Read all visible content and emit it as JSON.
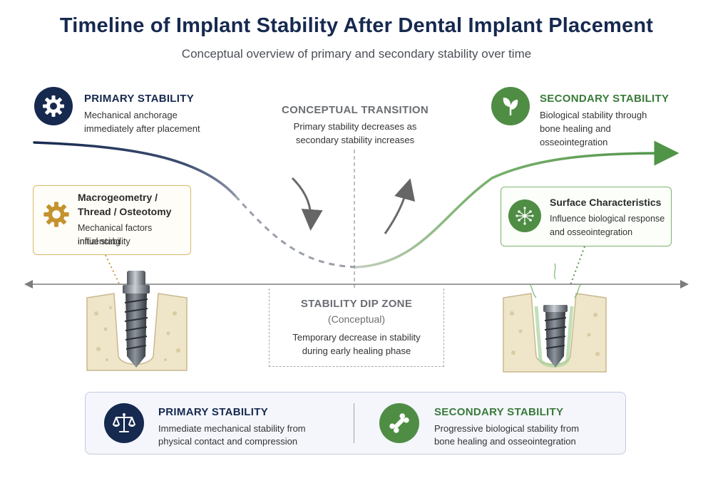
{
  "header": {
    "title": "Timeline of Implant Stability After Dental Implant Placement",
    "subtitle": "Conceptual overview of primary and secondary stability over time"
  },
  "primary": {
    "heading": "PRIMARY STABILITY",
    "line1": "Mechanical anchorage",
    "line2": "immediately after placement",
    "icon": "gear-icon"
  },
  "transition": {
    "heading": "CONCEPTUAL TRANSITION",
    "line1": "Primary stability decreases as",
    "line2": "secondary stability increases"
  },
  "secondary": {
    "heading": "SECONDARY STABILITY",
    "line1": "Biological stability through",
    "line2": "bone healing and",
    "line3": "osseointegration",
    "icon": "leaf-icon"
  },
  "macro_box": {
    "heading1": "Macrogeometry /",
    "heading2": "Thread / Osteotomy",
    "line1": "Mechanical factors influencing",
    "line2": "initial stability",
    "icon": "gear-icon"
  },
  "surface_box": {
    "heading": "Surface Characteristics",
    "line1": "Influence biological response",
    "line2": "and osseointegration",
    "icon": "network-icon"
  },
  "dip": {
    "heading": "STABILITY DIP ZONE",
    "sub": "(Conceptual)",
    "line1": "Temporary decrease in stability",
    "line2": "during early healing phase"
  },
  "bottom": {
    "primary_heading": "PRIMARY STABILITY",
    "primary_line1": "Immediate mechanical stability from",
    "primary_line2": "physical contact and compression",
    "primary_icon": "scales-icon",
    "secondary_heading": "SECONDARY STABILITY",
    "secondary_line1": "Progressive biological stability from",
    "secondary_line2": "bone healing and osseointegration",
    "secondary_icon": "bone-icon"
  },
  "colors": {
    "navy": "#16294f",
    "green": "#4f8d45",
    "gold": "#d9b86a",
    "gray": "#8a8d92"
  }
}
